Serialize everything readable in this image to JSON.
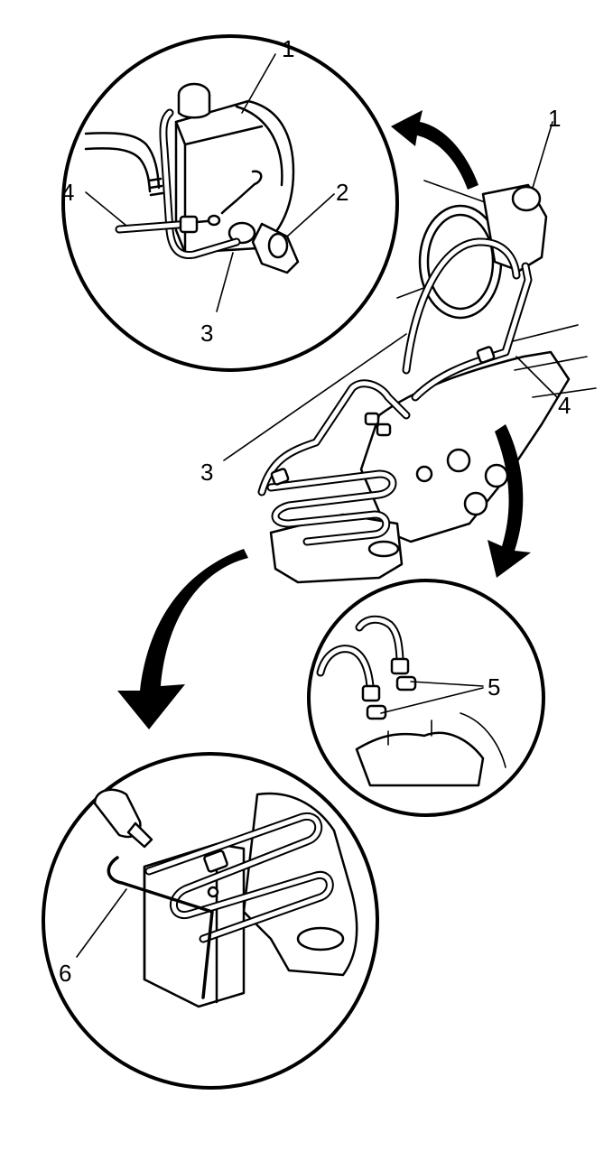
{
  "colors": {
    "line": "#000000",
    "background": "#ffffff"
  },
  "callouts": {
    "top_circle": {
      "one": "1",
      "two": "2",
      "three": "3",
      "four": "4"
    },
    "main_view": {
      "one": "1",
      "three": "3",
      "four": "4"
    },
    "right_circle": {
      "five": "5"
    },
    "bottom_circle": {
      "six": "6"
    }
  }
}
